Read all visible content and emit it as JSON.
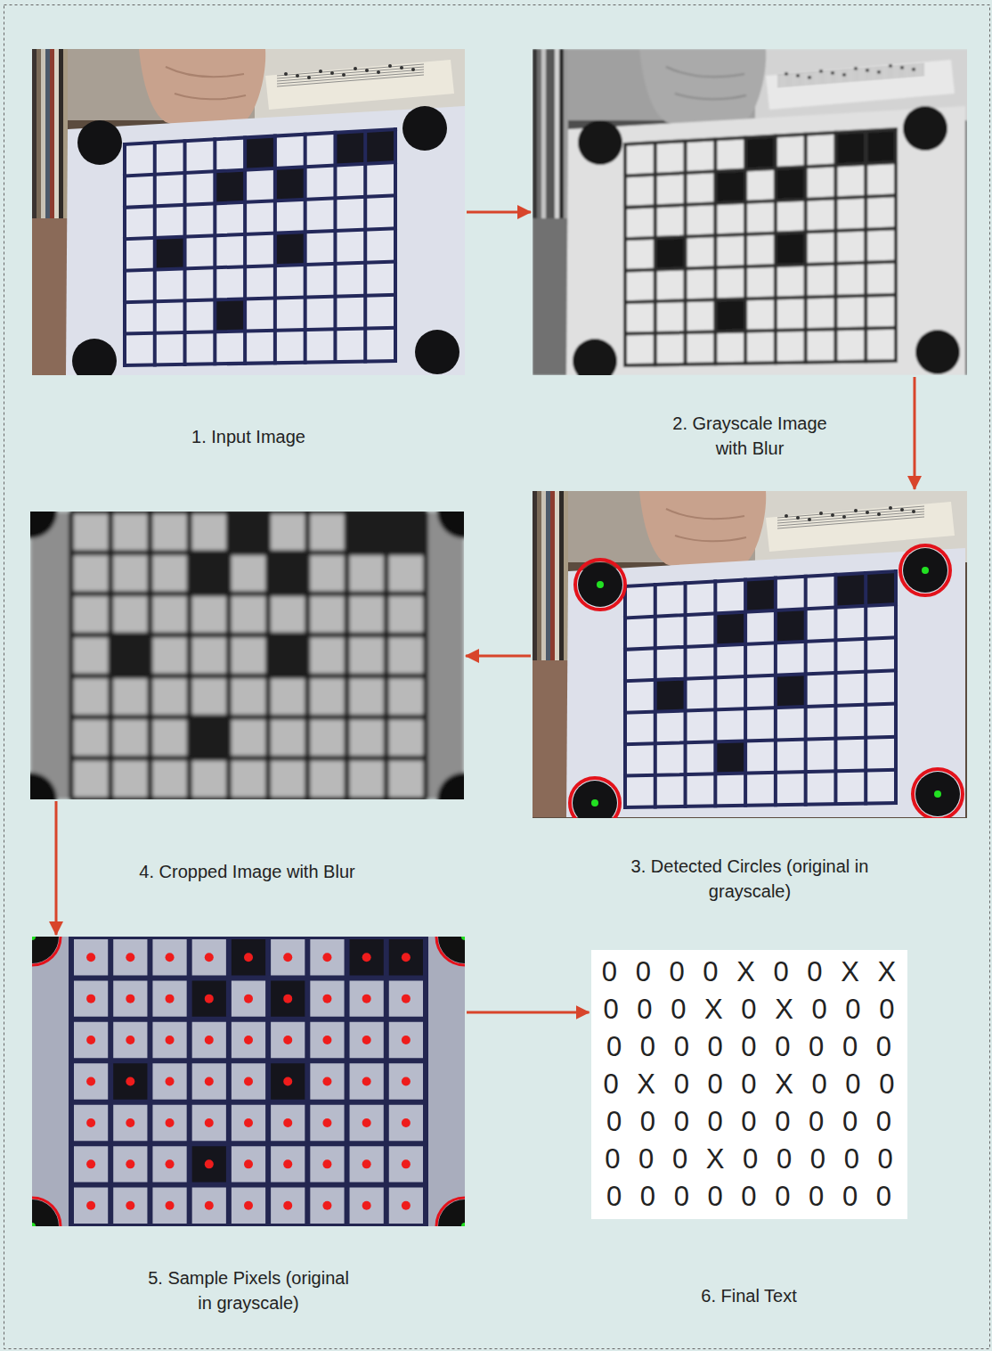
{
  "diagram": {
    "nodes": [
      {
        "text": [
          "1. Input Image"
        ]
      },
      {
        "text": [
          "2. Grayscale Image with Blur"
        ]
      },
      {
        "text": [
          "3. Detected Circles (original in grayscale)"
        ]
      },
      {
        "text": [
          "4. Cropped Image with Blur"
        ]
      },
      {
        "text": [
          "5. Sample Pixels (original in grayscale)"
        ]
      },
      {
        "text": [
          "0 0 0 0 X 0 0 X X",
          "0 0 0 X 0 X 0 0 0",
          "0 0 0 0 0 0 0 0 0",
          "0 X 0 0 0 X 0 0 0",
          "0 0 0 0 0 0 0 0 0",
          "0 0 0 X 0 0 0 0 0",
          "0 0 0 0 0 0 0 0 0",
          "6. Final Text"
        ]
      }
    ],
    "edges": [
      {
        "from": 0,
        "to": 1,
        "arrow": "to"
      },
      {
        "from": 1,
        "to": 2,
        "arrow": "to"
      },
      {
        "from": 2,
        "to": 3,
        "arrow": "to"
      },
      {
        "from": 3,
        "to": 4,
        "arrow": "to"
      },
      {
        "from": 4,
        "to": 5,
        "arrow": "to"
      }
    ]
  }
}
